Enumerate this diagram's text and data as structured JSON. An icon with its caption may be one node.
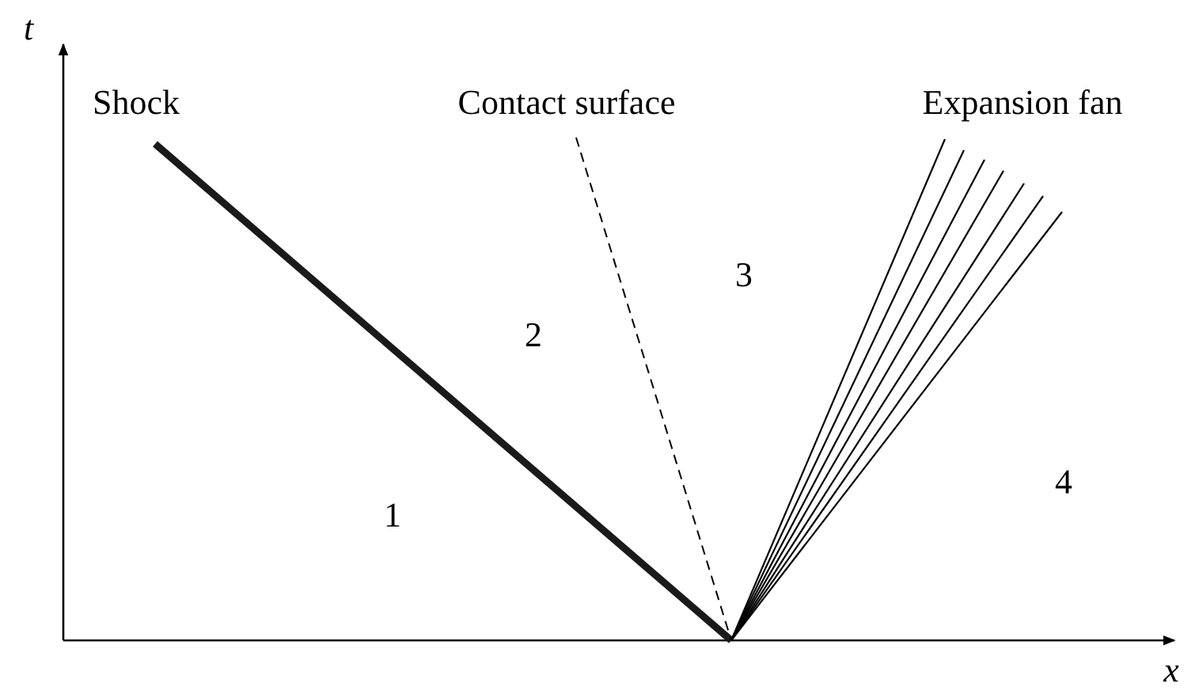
{
  "diagram": {
    "labels": [
      "t",
      "Shock",
      "Contact surface",
      "Expansion fan",
      "3",
      "2",
      "4",
      "1",
      "x"
    ]
  }
}
